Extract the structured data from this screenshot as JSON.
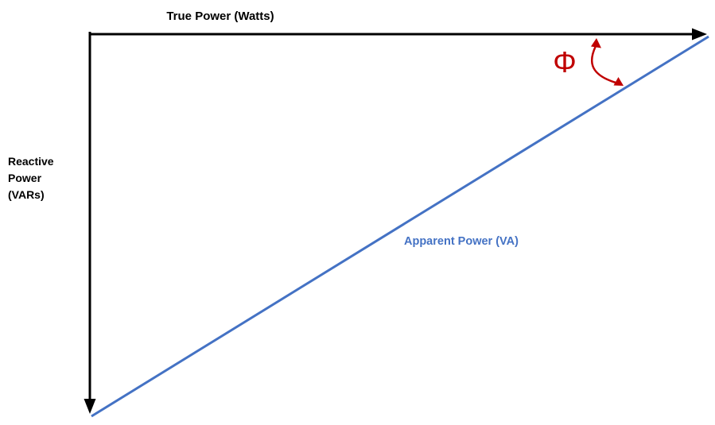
{
  "diagram": {
    "background": "#FFFFFF",
    "colors": {
      "axis": "#000000",
      "apparent": "#4472C4",
      "angle": "#C00000"
    },
    "labels": {
      "true_power": "True Power (Watts)",
      "reactive_power": [
        "Reactive",
        "Power",
        "(VARs)"
      ],
      "apparent_power": "Apparent Power (VA)",
      "phase_angle": "Φ"
    }
  }
}
